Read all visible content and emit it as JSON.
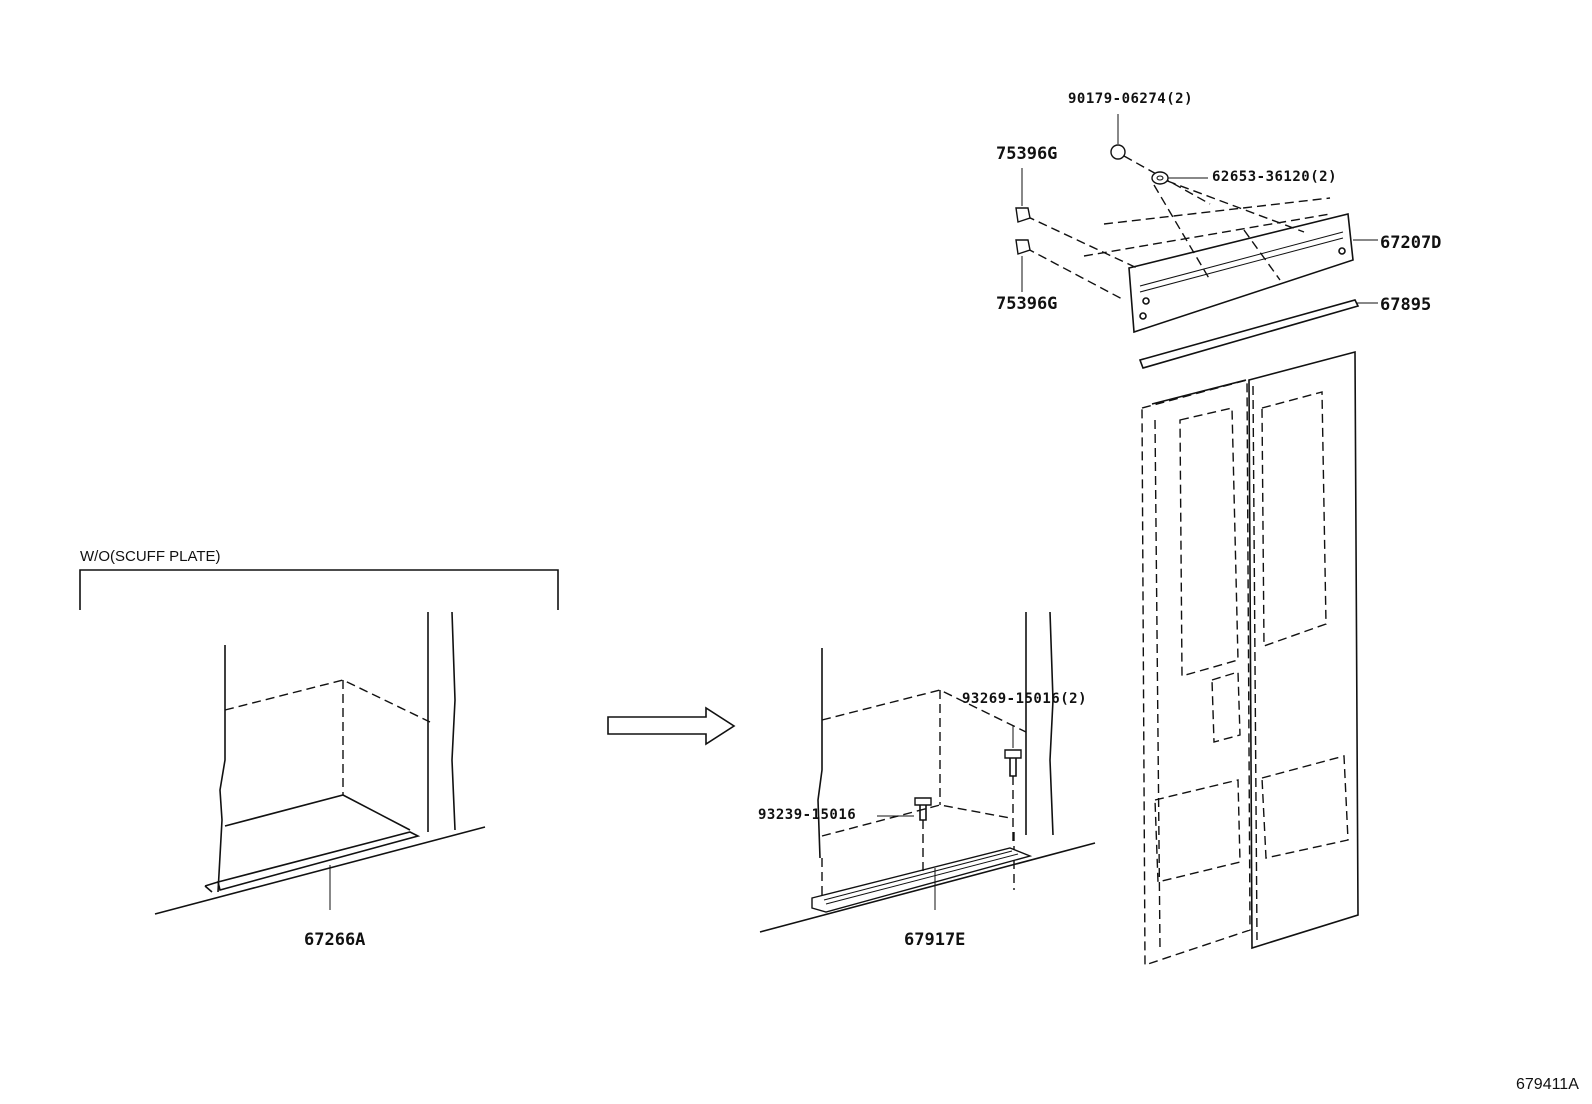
{
  "variant_note": "W/O(SCUFF PLATE)",
  "figure_id": "679411A",
  "parts": {
    "p_90179": "90179-06274(2)",
    "p_62653": "62653-36120(2)",
    "p_75396g_top": "75396G",
    "p_75396g_bottom": "75396G",
    "p_67207d": "67207D",
    "p_67895": "67895",
    "p_93269": "93269-15016(2)",
    "p_93239": "93239-15016",
    "p_67266a": "67266A",
    "p_67917e": "67917E"
  }
}
